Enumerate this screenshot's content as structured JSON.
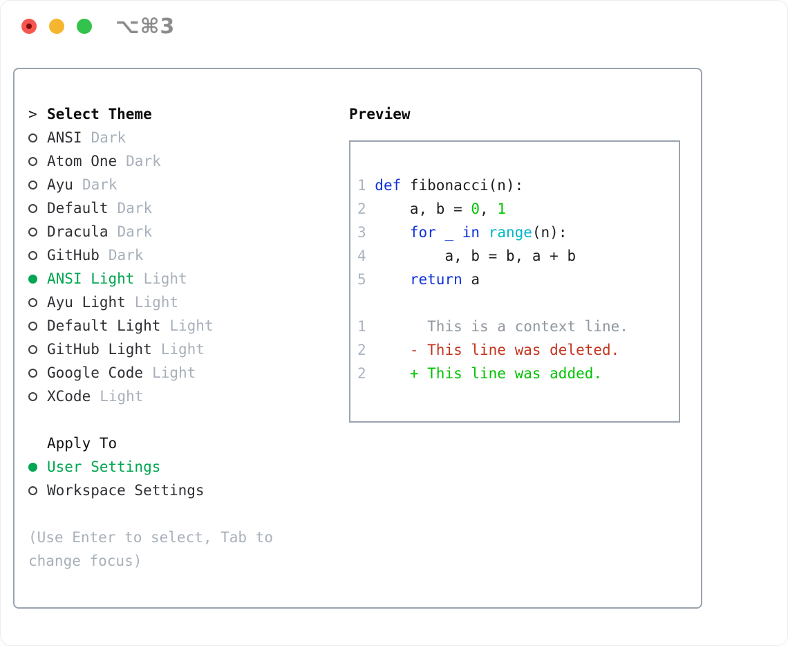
{
  "window": {
    "title_shortcut": "⌥⌘3",
    "traffic_lights": [
      {
        "name": "close-button",
        "color": "#f6564f"
      },
      {
        "name": "minimize-button",
        "color": "#f5b52e"
      },
      {
        "name": "zoom-button",
        "color": "#33c24b"
      }
    ]
  },
  "panel": {
    "select_theme": {
      "prompt": ">",
      "title": "Select Theme",
      "themes": [
        {
          "name": "ANSI",
          "variant": "Dark",
          "selected": false
        },
        {
          "name": "Atom One",
          "variant": "Dark",
          "selected": false
        },
        {
          "name": "Ayu",
          "variant": "Dark",
          "selected": false
        },
        {
          "name": "Default",
          "variant": "Dark",
          "selected": false
        },
        {
          "name": "Dracula",
          "variant": "Dark",
          "selected": false
        },
        {
          "name": "GitHub",
          "variant": "Dark",
          "selected": false
        },
        {
          "name": "ANSI Light",
          "variant": "Light",
          "selected": true
        },
        {
          "name": "Ayu Light",
          "variant": "Light",
          "selected": false
        },
        {
          "name": "Default Light",
          "variant": "Light",
          "selected": false
        },
        {
          "name": "GitHub Light",
          "variant": "Light",
          "selected": false
        },
        {
          "name": "Google Code",
          "variant": "Light",
          "selected": false
        },
        {
          "name": "XCode",
          "variant": "Light",
          "selected": false
        }
      ]
    },
    "apply_to": {
      "title": "Apply To",
      "options": [
        {
          "label": "User Settings",
          "selected": true
        },
        {
          "label": "Workspace Settings",
          "selected": false
        }
      ]
    },
    "help_text": "(Use Enter to select, Tab to change focus)",
    "preview": {
      "title": "Preview",
      "code_lines": [
        {
          "num": "1",
          "tokens": [
            {
              "t": "def",
              "c": "blue"
            },
            {
              "t": " fibonacci(n):",
              "c": "fg"
            }
          ]
        },
        {
          "num": "2",
          "tokens": [
            {
              "t": "    a, b = ",
              "c": "fg"
            },
            {
              "t": "0",
              "c": "green"
            },
            {
              "t": ", ",
              "c": "fg"
            },
            {
              "t": "1",
              "c": "green"
            }
          ]
        },
        {
          "num": "3",
          "tokens": [
            {
              "t": "    ",
              "c": "fg"
            },
            {
              "t": "for _ in ",
              "c": "blue"
            },
            {
              "t": "range",
              "c": "cyan"
            },
            {
              "t": "(n):",
              "c": "fg"
            }
          ]
        },
        {
          "num": "4",
          "tokens": [
            {
              "t": "        a, b = b, a + b",
              "c": "fg"
            }
          ]
        },
        {
          "num": "5",
          "tokens": [
            {
              "t": "    ",
              "c": "fg"
            },
            {
              "t": "return",
              "c": "blue"
            },
            {
              "t": " a",
              "c": "fg"
            }
          ]
        }
      ],
      "diff_lines": [
        {
          "num": "1",
          "tokens": [
            {
              "t": "      This is a context line.",
              "c": "gray"
            }
          ]
        },
        {
          "num": "2",
          "tokens": [
            {
              "t": "    - This line was deleted.",
              "c": "red"
            }
          ]
        },
        {
          "num": "2",
          "tokens": [
            {
              "t": "    + This line was added.",
              "c": "green"
            }
          ]
        }
      ]
    }
  },
  "colors": {
    "accent_green": "#00a651",
    "diff_green": "#00c300",
    "diff_red": "#c4341e",
    "keyword_blue": "#0d32d8",
    "builtin_cyan": "#00b6c8",
    "muted_gray": "#a8b0ba",
    "context_gray": "#8f979f",
    "line_number_gray": "#a9b4c0",
    "border_gray": "#9aa3af"
  }
}
